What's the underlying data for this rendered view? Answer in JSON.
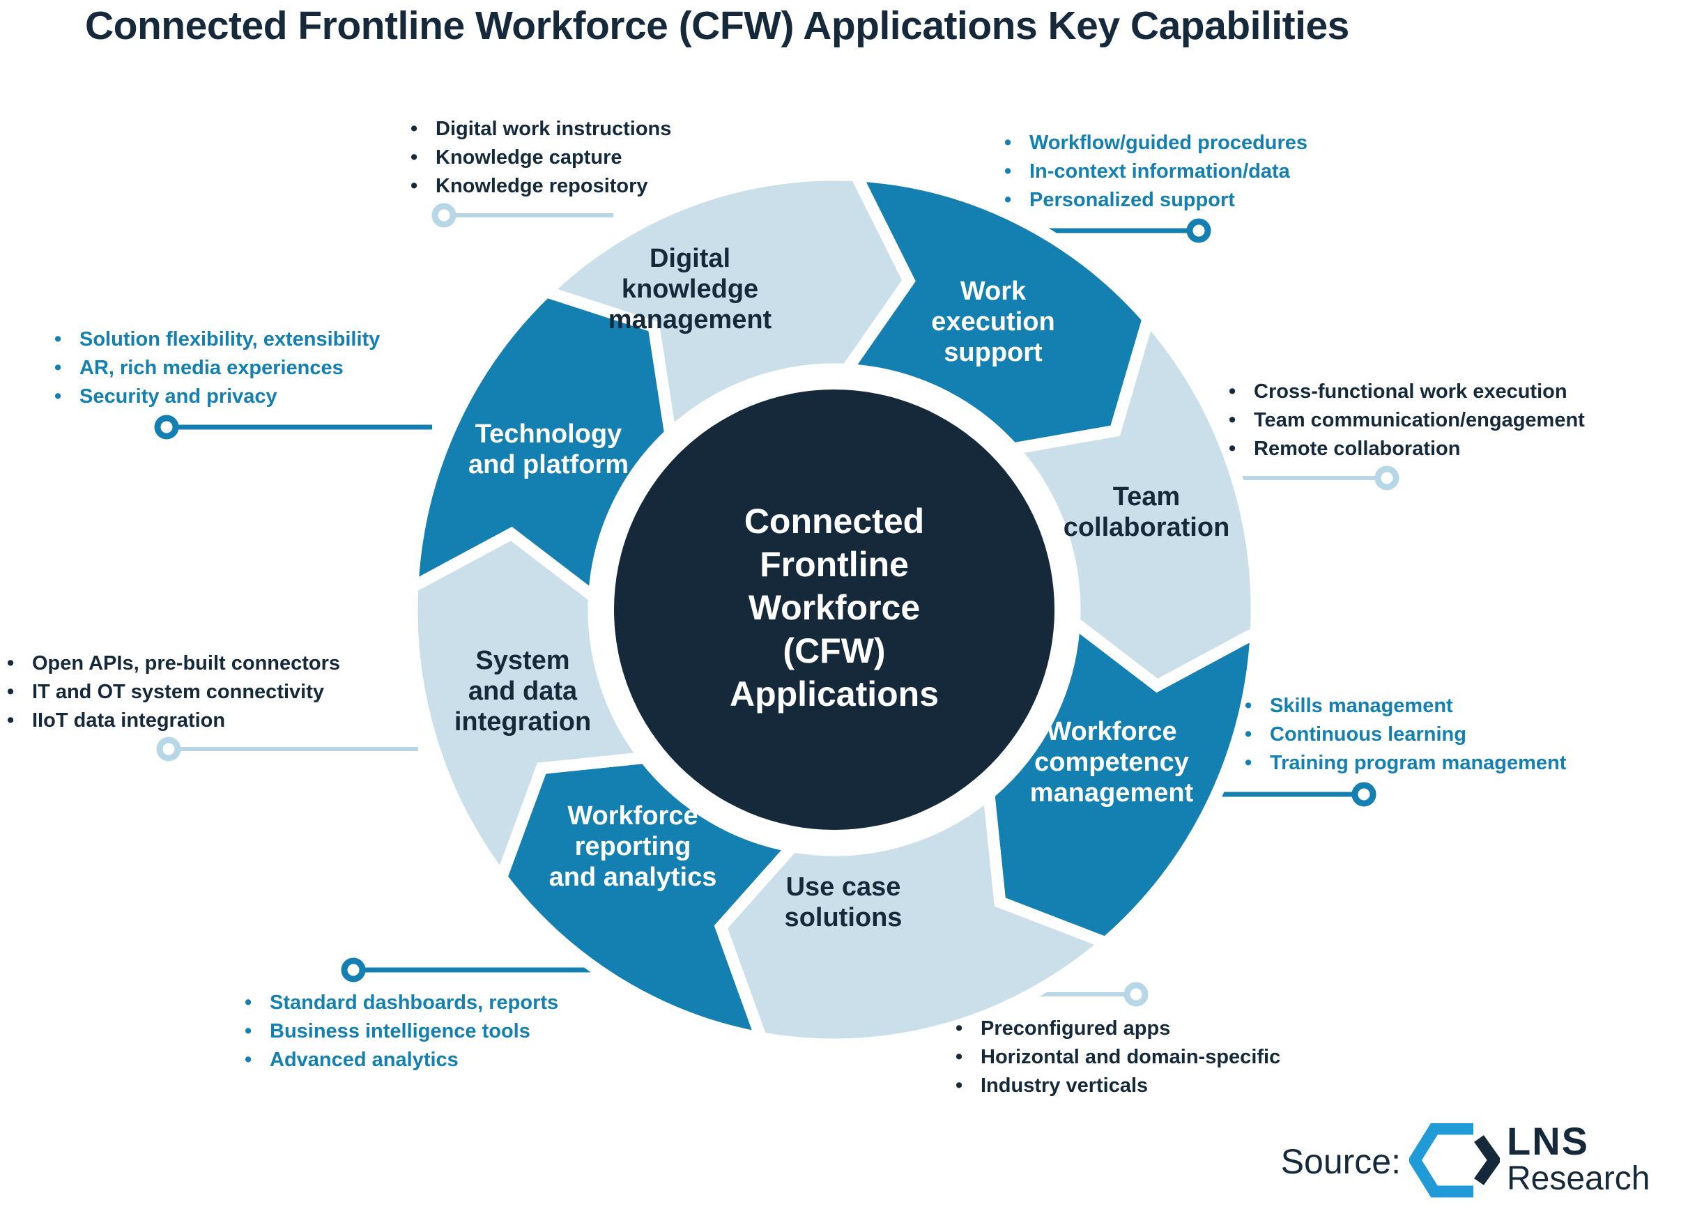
{
  "title": "Connected Frontline Workforce (CFW) Applications Key Capabilities",
  "colors": {
    "navy": "#16293a",
    "blue": "#147fb1",
    "light_blue": "#cbdfea",
    "light_line": "#b7d7e6",
    "white": "#ffffff",
    "logo_blue": "#209bd8"
  },
  "center": {
    "lines": [
      "Connected",
      "Frontline",
      "Workforce",
      "(CFW)",
      "Applications"
    ]
  },
  "segments": [
    {
      "id": "digital-knowledge-management",
      "label_lines": [
        "Digital",
        "knowledge",
        "management"
      ],
      "tone": "light",
      "bullets": [
        "Digital work instructions",
        "Knowledge capture",
        "Knowledge repository"
      ]
    },
    {
      "id": "work-execution-support",
      "label_lines": [
        "Work",
        "execution",
        "support"
      ],
      "tone": "blue",
      "bullets": [
        "Workflow/guided procedures",
        "In-context information/data",
        "Personalized support"
      ]
    },
    {
      "id": "team-collaboration",
      "label_lines": [
        "Team",
        "collaboration"
      ],
      "tone": "light",
      "bullets": [
        "Cross-functional work execution",
        "Team communication/engagement",
        "Remote collaboration"
      ]
    },
    {
      "id": "workforce-competency-management",
      "label_lines": [
        "Workforce",
        "competency",
        "management"
      ],
      "tone": "blue",
      "bullets": [
        "Skills management",
        "Continuous learning",
        "Training program management"
      ]
    },
    {
      "id": "use-case-solutions",
      "label_lines": [
        "Use case",
        "solutions"
      ],
      "tone": "light",
      "bullets": [
        "Preconfigured apps",
        "Horizontal and domain-specific",
        "Industry verticals"
      ]
    },
    {
      "id": "workforce-reporting-and-analytics",
      "label_lines": [
        "Workforce",
        "reporting",
        "and analytics"
      ],
      "tone": "blue",
      "bullets": [
        "Standard dashboards, reports",
        "Business intelligence tools",
        "Advanced analytics"
      ]
    },
    {
      "id": "system-and-data-integration",
      "label_lines": [
        "System",
        "and data",
        "integration"
      ],
      "tone": "light",
      "bullets": [
        "Open APIs, pre-built connectors",
        "IT and OT system connectivity",
        "IIoT data integration"
      ]
    },
    {
      "id": "technology-and-platform",
      "label_lines": [
        "Technology",
        "and platform"
      ],
      "tone": "blue",
      "bullets": [
        "Solution flexibility, extensibility",
        "AR, rich media experiences",
        "Security and privacy"
      ]
    }
  ],
  "source": {
    "label": "Source:",
    "brand_top": "LNS",
    "brand_bottom": "Research"
  }
}
